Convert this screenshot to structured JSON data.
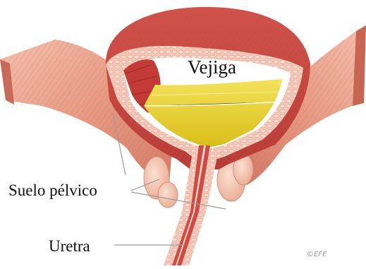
{
  "labels": {
    "bladder": "Vejiga",
    "pelvic_floor": "Suelo pélvico",
    "urethra": "Uretra"
  },
  "credit": "©EFE",
  "colors": {
    "muscle_light": "#e9a08a",
    "muscle_dark": "#c9574a",
    "wall_red": "#c23b37",
    "tissue_pink": "#f2c6b6",
    "urine_yellow": "#e8d21f",
    "leader_line": "#9a9a9a"
  }
}
